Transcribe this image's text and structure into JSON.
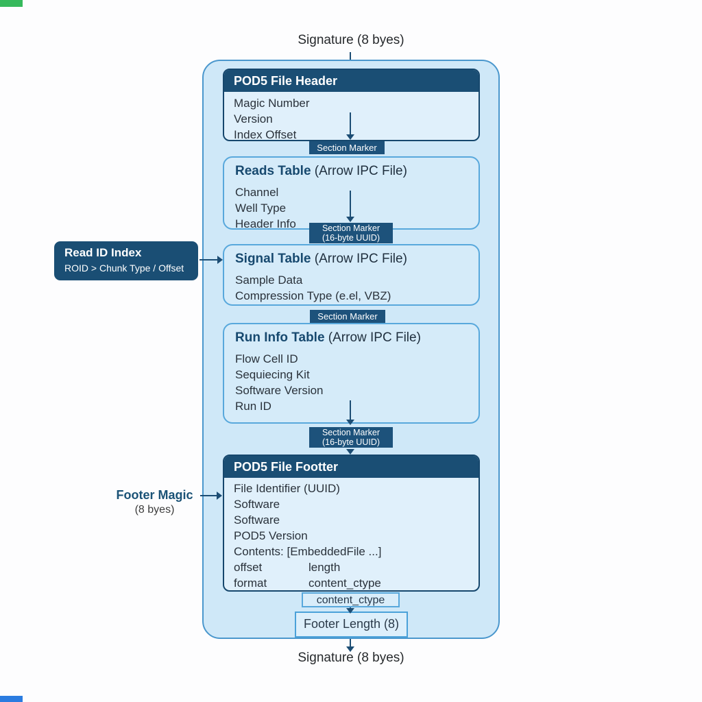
{
  "colors": {
    "accent_navy": "#1a4e74",
    "container_fill": "#cfe8f8",
    "container_border": "#4a97cd",
    "table_fill": "#d5ebf9",
    "table_border": "#58a8dc",
    "top_left_bar_green": "#36b95c",
    "bottom_left_bar_blue": "#2b7ce0"
  },
  "top_signature": "Signature (8 byes)",
  "bottom_signature": "Signature (8 byes)",
  "header_box": {
    "title": "POD5 File Header",
    "items": [
      "Magic Number",
      "Version",
      "Index Offset"
    ]
  },
  "markers": {
    "m1": "Section Marker",
    "m2_line1": "Section Marker",
    "m2_line2": "(16-byte UUID)",
    "m3": "Section Marker",
    "m4_line1": "Section Marker",
    "m4_line2": "(16-byte UUID)"
  },
  "tables": [
    {
      "title": "Reads Table",
      "suffix": " (Arrow IPC File)",
      "items": [
        "Channel",
        "Well Type",
        "Header Info"
      ]
    },
    {
      "title": "Signal Table",
      "suffix": " (Arrow IPC File)",
      "items": [
        "Sample Data",
        "Compression Type (e.el, VBZ)"
      ]
    },
    {
      "title": "Run Info Table",
      "suffix": " (Arrow IPC File)",
      "items": [
        "Flow Cell ID",
        "Sequiecing Kit",
        "Software Version",
        "Run ID"
      ]
    }
  ],
  "read_id_index": {
    "title": "Read ID Index",
    "subtitle": "ROID > Chunk Type / Offset"
  },
  "footer_magic": {
    "title": "Footer Magic",
    "subtitle": "(8 byes)"
  },
  "footer_box": {
    "title": "POD5 File Footter",
    "items": [
      "File Identifier (UUID)",
      "Software",
      "Software",
      "POD5 Version",
      "Contents: [EmbeddedFile ...]"
    ],
    "col_rows": [
      {
        "left": "offset",
        "right": "length"
      },
      {
        "left": "format",
        "right": "content_ctype"
      }
    ]
  },
  "content_ctype_box": "content_ctype",
  "footer_length_box": "Footer Length (8)"
}
